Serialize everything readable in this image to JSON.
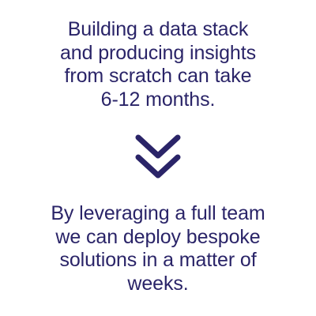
{
  "top_text": {
    "lines": [
      "Building a data stack",
      "and producing insights",
      "from scratch can take",
      "6-12 months."
    ]
  },
  "bottom_text": {
    "lines": [
      "By leveraging a full team",
      "we can deploy bespoke",
      "solutions in a matter of",
      "weeks."
    ]
  },
  "icon": {
    "name": "double-chevron-down-icon"
  },
  "colors": {
    "text": "#2a2468",
    "icon": "#2a2468",
    "background": "#ffffff"
  }
}
